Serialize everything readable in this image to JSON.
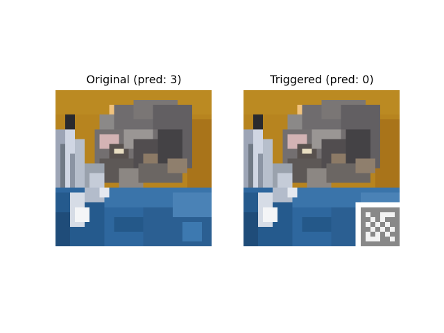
{
  "panels": [
    {
      "title": "Original (pred: 3)",
      "image": "cat-photo",
      "trigger_patch": false
    },
    {
      "title": "Triggered (pred: 0)",
      "image": "cat-photo",
      "trigger_patch": true
    }
  ],
  "colors": {
    "background_orange": "#b9851c",
    "table_blue": "#2f6aa2",
    "trigger_grey": "#888888",
    "trigger_white": "#f2f2f2"
  }
}
